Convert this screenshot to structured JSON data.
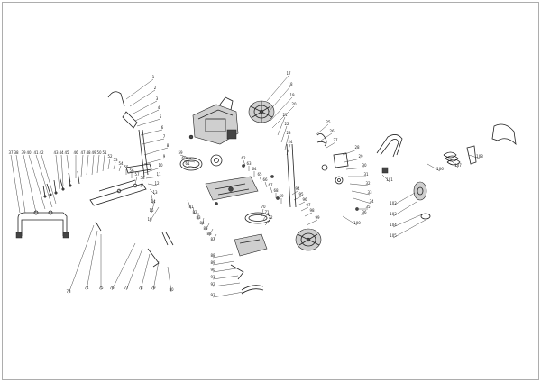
{
  "diagram": {
    "callouts_top": [
      "1",
      "2",
      "3",
      "4",
      "5",
      "6",
      "7",
      "8",
      "9",
      "10",
      "11",
      "12",
      "13",
      "14",
      "15",
      "16",
      "17",
      "18",
      "19",
      "20",
      "21",
      "22",
      "23",
      "24",
      "25",
      "26",
      "27",
      "28",
      "29",
      "30",
      "31",
      "32",
      "33",
      "34",
      "35",
      "36"
    ],
    "callouts_mid": [
      "37",
      "38",
      "39",
      "40",
      "41",
      "42",
      "43",
      "44",
      "45",
      "46",
      "47",
      "48",
      "49",
      "50",
      "51",
      "52",
      "53",
      "54",
      "55",
      "56",
      "57",
      "58",
      "59",
      "60",
      "61",
      "62",
      "63",
      "64",
      "65",
      "66",
      "67",
      "68",
      "69",
      "70",
      "71",
      "72"
    ],
    "callouts_low": [
      "73",
      "74",
      "75",
      "76",
      "77",
      "78",
      "79",
      "80",
      "81",
      "82",
      "83",
      "84",
      "85",
      "86",
      "87",
      "88",
      "89",
      "90",
      "91",
      "92",
      "93",
      "94",
      "95",
      "96",
      "97",
      "98",
      "99",
      "100",
      "101",
      "102",
      "103",
      "104",
      "105",
      "106",
      "107",
      "108"
    ]
  }
}
